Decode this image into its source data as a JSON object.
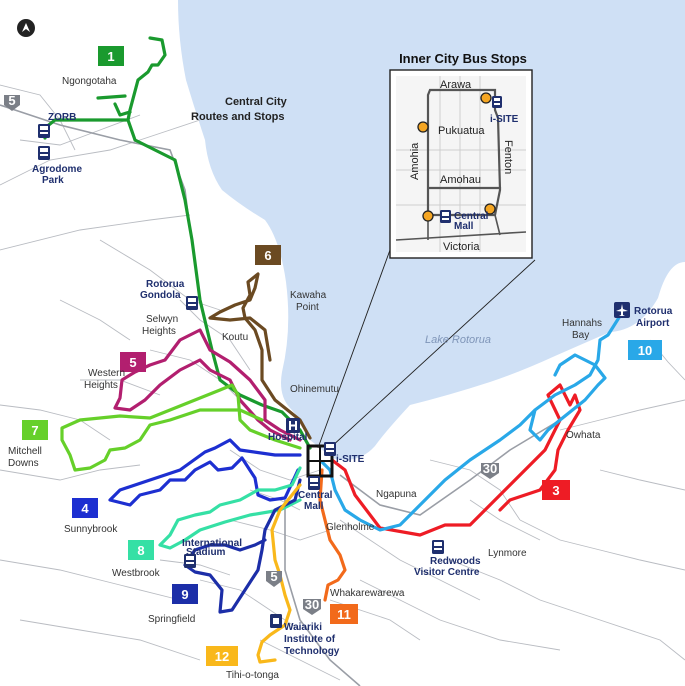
{
  "map": {
    "lake_label": "Lake Rotorua",
    "central_title_line1": "Central City",
    "central_title_line2": "Routes and Stops",
    "compass_icon": "north-arrow-icon",
    "places": {
      "ngongotaha": "Ngongotaha",
      "zorb": "ZORB",
      "agrodome1": "Agrodome",
      "agrodome2": "Park",
      "gondola1": "Rotorua",
      "gondola2": "Gondola",
      "kawaha1": "Kawaha",
      "kawaha2": "Point",
      "selwyn1": "Selwyn",
      "selwyn2": "Heights",
      "koutu": "Koutu",
      "western1": "Western",
      "western2": "Heights",
      "ohinemutu": "Ohinemutu",
      "mitchell1": "Mitchell",
      "mitchell2": "Downs",
      "hospital": "Hospital",
      "isite": "i-SITE",
      "central1": "Central",
      "central2": "Mall",
      "sunnybrook": "Sunnybrook",
      "ngapuna": "Ngapuna",
      "glenholme": "Glenholme",
      "westbrook": "Westbrook",
      "stadium1": "International",
      "stadium2": "Stadium",
      "redwoods1": "Redwoods",
      "redwoods2": "Visitor Centre",
      "lynmore": "Lynmore",
      "springfield": "Springfield",
      "whakarewarewa": "Whakarewarewa",
      "waiariki1": "Waiariki",
      "waiariki2": "Institute of",
      "waiariki3": "Technology",
      "tihi": "Tihi-o-tonga",
      "hannahs1": "Hannahs",
      "hannahs2": "Bay",
      "airport1": "Rotorua",
      "airport2": "Airport",
      "owhata": "Owhata"
    },
    "highways": [
      "5",
      "30",
      "30",
      "5"
    ],
    "routes": [
      {
        "number": "1",
        "color": "#1a9a2e"
      },
      {
        "number": "3",
        "color": "#ee1c25"
      },
      {
        "number": "4",
        "color": "#1d2fd1"
      },
      {
        "number": "5",
        "color": "#b21f6f"
      },
      {
        "number": "6",
        "color": "#6b4a22"
      },
      {
        "number": "7",
        "color": "#66d02a"
      },
      {
        "number": "8",
        "color": "#35e0a5"
      },
      {
        "number": "9",
        "color": "#1c2ea8"
      },
      {
        "number": "10",
        "color": "#29a8e8"
      },
      {
        "number": "11",
        "color": "#f26a1b"
      },
      {
        "number": "12",
        "color": "#f9b81b"
      }
    ]
  },
  "inset": {
    "title": "Inner City Bus Stops",
    "streets": {
      "arawa": "Arawa",
      "pukuatua": "Pukuatua",
      "amohia": "Amohia",
      "fenton": "Fenton",
      "amohau": "Amohau",
      "victoria": "Victoria"
    },
    "isite": "i-SITE",
    "central1": "Central",
    "central2": "Mall"
  }
}
